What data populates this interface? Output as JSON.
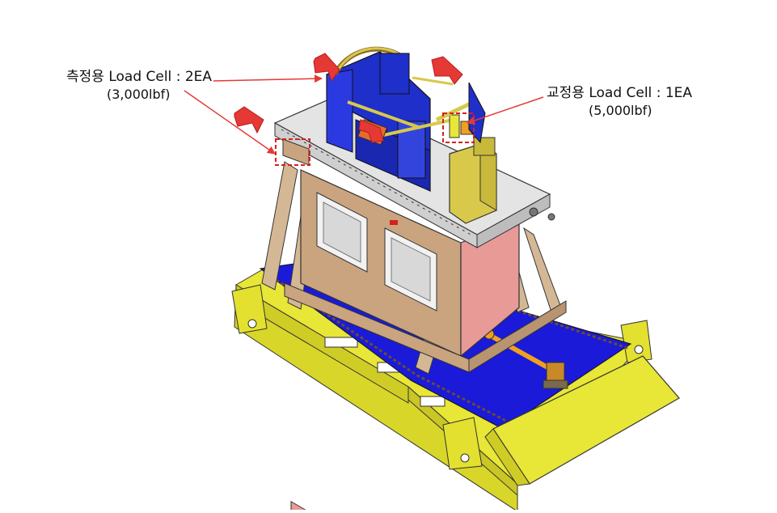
{
  "annotations": {
    "measure_cell": {
      "title": "측정용 Load Cell : 2EA",
      "capacity": "(3,000lbf)"
    },
    "calib_cell": {
      "title": "교정용 Load Cell : 1EA",
      "capacity": "(5,000lbf)"
    }
  },
  "colors": {
    "base_yellow": "#e8e636",
    "deck_blue": "#1a1ad8",
    "frame_tan": "#d4b896",
    "cabinet_tan": "#c9a47e",
    "top_plate_gray": "#e4e4e4",
    "fixture_blue": "#1f2fc9",
    "column_yellow": "#d8c94a",
    "arrow_red": "#e53935",
    "highlight_box": "#d42020",
    "pink_panel": "#e79a96"
  }
}
